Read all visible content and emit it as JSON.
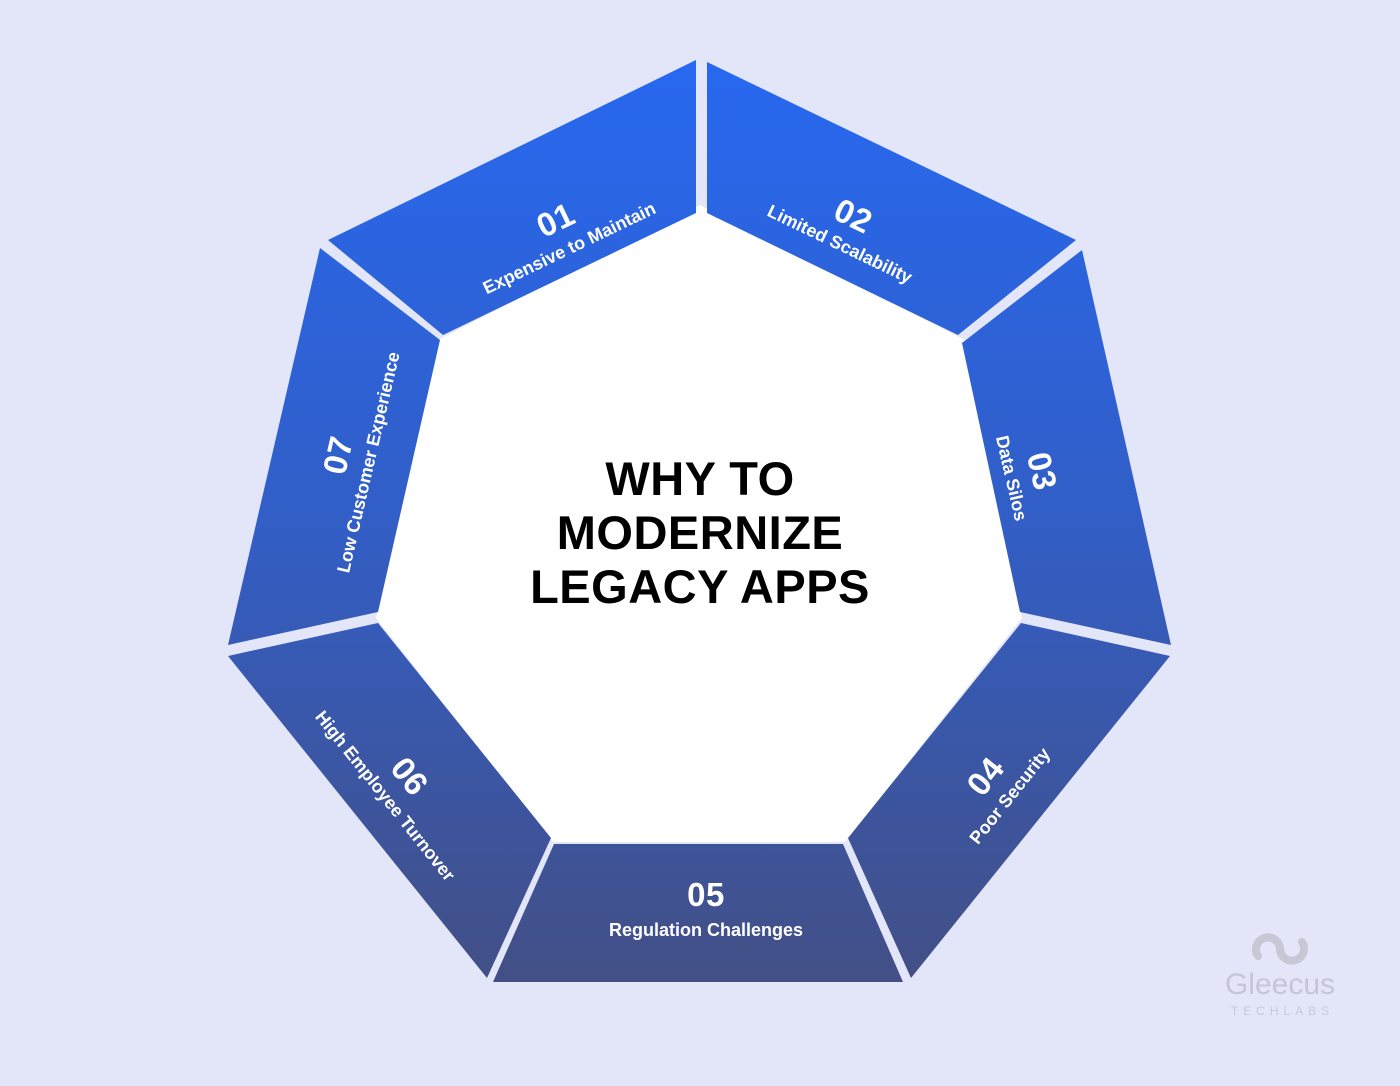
{
  "title": {
    "lines": [
      "WHY TO",
      "MODERNIZE",
      "LEGACY APPS"
    ]
  },
  "segments": [
    {
      "number": "01",
      "label": "Expensive to Maintain"
    },
    {
      "number": "02",
      "label": "Limited Scalability"
    },
    {
      "number": "03",
      "label": "Data Silos"
    },
    {
      "number": "04",
      "label": "Poor Security"
    },
    {
      "number": "05",
      "label": "Regulation Challenges"
    },
    {
      "number": "06",
      "label": "High Employee Turnover"
    },
    {
      "number": "07",
      "label": "Low Customer Experience"
    }
  ],
  "logo": {
    "brand": "Gleecus",
    "sub": "TECHLABS"
  },
  "colors": {
    "background": "#e3e5f8",
    "segment_top": "#2768f0",
    "segment_bottom": "#434f85",
    "center": "#ffffff",
    "text": "#ffffff",
    "title": "#000000"
  }
}
